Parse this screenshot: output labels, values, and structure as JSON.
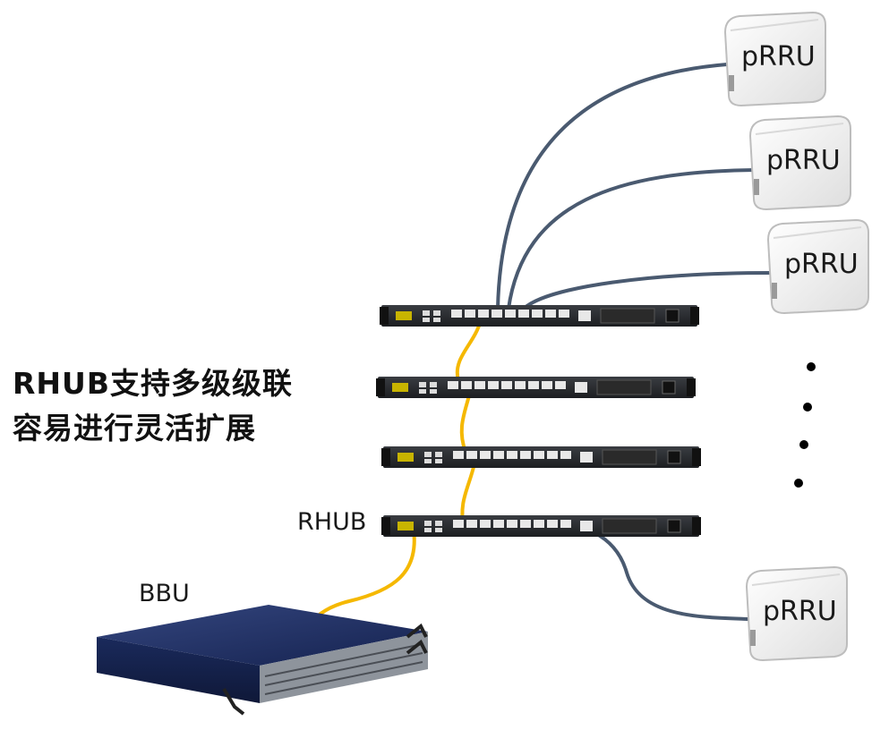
{
  "headline": {
    "line1": "RHUB支持多级级联",
    "line2": "容易进行灵活扩展"
  },
  "labels": {
    "rhub": "RHUB",
    "bbu": "BBU"
  },
  "prru_nodes": [
    {
      "label": "pRRU"
    },
    {
      "label": "pRRU"
    },
    {
      "label": "pRRU"
    },
    {
      "label": "pRRU"
    }
  ],
  "colors": {
    "cable_optical": "#f5b800",
    "cable_ethernet": "#4a5a70",
    "device_body": "#2b2d30",
    "bbu_body": "#1f2f66",
    "prru_body": "#f2f2f2"
  },
  "icons": {
    "rhub": "rack-switch-icon",
    "bbu": "bbu-chassis-icon",
    "prru": "prru-box-icon",
    "continuation": "vertical-ellipsis-icon"
  }
}
